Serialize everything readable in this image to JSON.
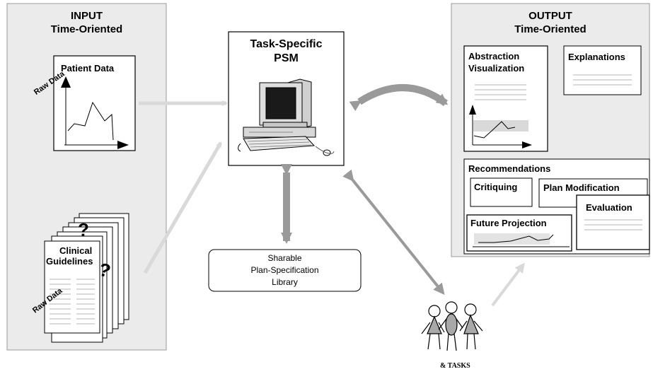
{
  "input_panel": {
    "title_line1": "INPUT",
    "title_line2": "Time-Oriented",
    "patient_data_title": "Patient Data",
    "raw_data_label_1": "Raw Data",
    "clinical_guidelines_line1": "Clinical",
    "clinical_guidelines_line2": "Guidelines",
    "raw_data_label_2": "Raw Data",
    "question_mark": "?"
  },
  "psm": {
    "title_line1": "Task-Specific",
    "title_line2": "PSM"
  },
  "library": {
    "line1": "Sharable",
    "line2": "Plan-Specification",
    "line3": "Library"
  },
  "output_panel": {
    "title_line1": "OUTPUT",
    "title_line2": "Time-Oriented",
    "abstraction_line1": "Abstraction",
    "abstraction_line2": "Visualization",
    "explanations": "Explanations",
    "recommendations": "Recommendations",
    "critiquing": "Critiquing",
    "plan_modification": "Plan Modification",
    "future_projection": "Future Projection",
    "evaluation": "Evaluation"
  },
  "users": {
    "caption": "& TASKS"
  },
  "colors": {
    "panel_fill": "#ebebeb",
    "panel_border": "#9a9a9a",
    "arrow_light": "#d9d9d9",
    "arrow_dark": "#9a9a9a",
    "person_fill": "#a8a8a8"
  }
}
